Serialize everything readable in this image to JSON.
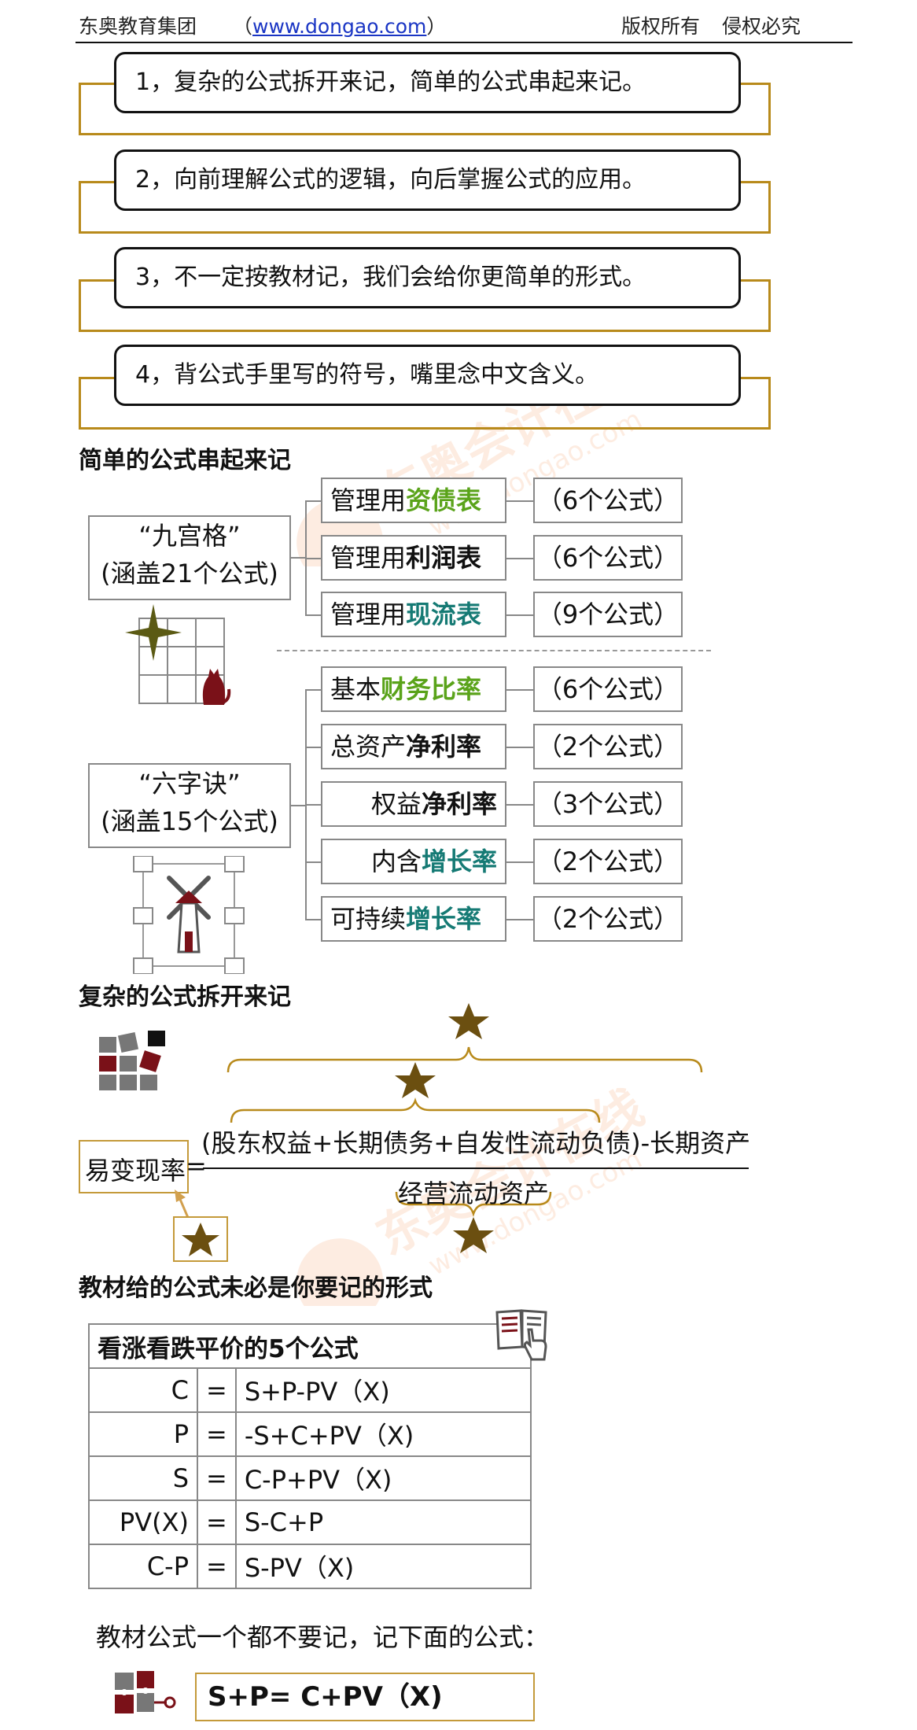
{
  "header": {
    "org": "东奥教育集团",
    "url_prefix": "（",
    "url": "www.dongao.com",
    "url_suffix": "）",
    "rights": "版权所有",
    "warning": "侵权必究"
  },
  "tips": [
    "1，复杂的公式拆开来记，简单的公式串起来记。",
    "2，向前理解公式的逻辑，向后掌握公式的应用。",
    "3，不一定按教材记，我们会给你更简单的形式。",
    "4，背公式手里写的符号，嘴里念中文含义。"
  ],
  "watermark": {
    "brand": "东奥会计在线",
    "url": "www.dongao.com"
  },
  "section1": {
    "title": "简单的公式串起来记",
    "group1": {
      "line1": "“九宫格”",
      "line2": "(涵盖21个公式)",
      "items": [
        {
          "plain": "管理用",
          "bold": "资债表",
          "color": "green",
          "count": "（6个公式）"
        },
        {
          "plain": "管理用",
          "bold": "利润表",
          "color": "black",
          "count": "（6个公式）"
        },
        {
          "plain": "管理用",
          "bold": "现流表",
          "color": "teal",
          "count": "（9个公式）"
        }
      ]
    },
    "group2": {
      "line1": "“六字诀”",
      "line2": "(涵盖15个公式)",
      "items": [
        {
          "plain": "基本",
          "bold": "财务比率",
          "color": "green",
          "count": "（6个公式）"
        },
        {
          "plain": "总资产",
          "bold": "净利率",
          "color": "black",
          "count": "（2个公式）"
        },
        {
          "plain": "权益",
          "bold": "净利率",
          "color": "black",
          "count": "（3个公式）"
        },
        {
          "plain": "内含",
          "bold": "增长率",
          "color": "teal",
          "count": "（2个公式）"
        },
        {
          "plain": "可持续",
          "bold": "增长率",
          "color": "teal",
          "count": "（2个公式）"
        }
      ]
    }
  },
  "section2": {
    "title": "复杂的公式拆开来记",
    "lhs": "易变现率",
    "equals": "=",
    "numerator": "(股东权益+长期债务+自发性流动负债)-长期资产",
    "denominator": "经营流动资产"
  },
  "section3": {
    "title": "教材给的公式未必是你要记的形式",
    "table_title": "看涨看跌平价的5个公式",
    "rows": [
      {
        "lhs": "C",
        "eq": "=",
        "rhs": "S+P-PV（X)"
      },
      {
        "lhs": "P",
        "eq": "=",
        "rhs": "-S+C+PV（X)"
      },
      {
        "lhs": "S",
        "eq": "=",
        "rhs": "C-P+PV（X)"
      },
      {
        "lhs": "PV(X)",
        "eq": "=",
        "rhs": "S-C+P"
      },
      {
        "lhs": "C-P",
        "eq": "=",
        "rhs": "S-PV（X)"
      }
    ],
    "note": "教材公式一个都不要记，记下面的公式：",
    "final_formula": "S+P= C+PV（X)"
  },
  "colors": {
    "gold": "#b88a1b",
    "star": "#6b4f10",
    "green": "#5aa31a",
    "teal": "#157a74",
    "maroon": "#7a1118",
    "grey": "#888888"
  }
}
